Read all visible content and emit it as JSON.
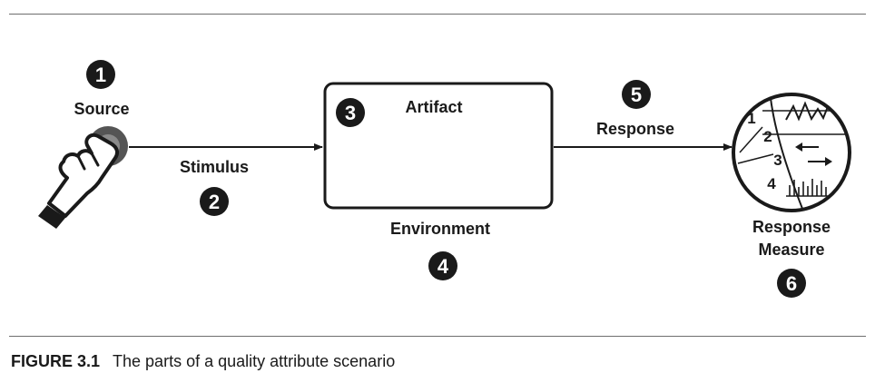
{
  "diagram": {
    "source": {
      "number": "1",
      "label": "Source"
    },
    "stimulus": {
      "number": "2",
      "label": "Stimulus"
    },
    "artifact": {
      "number": "3",
      "label": "Artifact"
    },
    "environment": {
      "number": "4",
      "label": "Environment"
    },
    "response": {
      "number": "5",
      "label": "Response"
    },
    "response_measure": {
      "number": "6",
      "label_line1": "Response",
      "label_line2": "Measure"
    },
    "gauge_ticks": [
      "1",
      "2",
      "3",
      "4"
    ]
  },
  "caption": {
    "figure_number": "FIGURE 3.1",
    "text": "The parts of a quality attribute scenario"
  }
}
